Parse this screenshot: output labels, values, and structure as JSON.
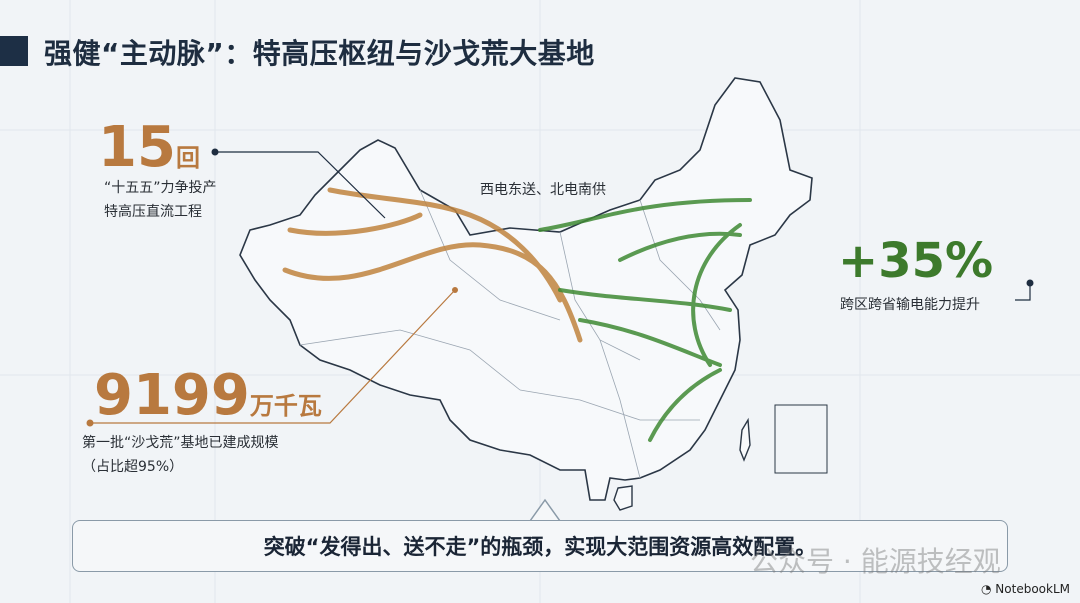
{
  "title": "强健“主动脉”：特高压枢纽与沙戈荒大基地",
  "stats": [
    {
      "value": "15",
      "unit": "回",
      "lines": [
        "“十五五”力争投产",
        "特高压直流工程"
      ]
    },
    {
      "value": "+35%",
      "unit": "",
      "lines": [
        "跨区跨省输电能力提升"
      ]
    },
    {
      "value": "9199",
      "unit": "万千瓦",
      "lines": [
        "第一批“沙戈荒”基地已建成规模",
        "（占比超95%）"
      ]
    }
  ],
  "map_label": "西电东送、北电南供",
  "callout": "突破“发得出、送不走”的瓶颈，实现大范围资源高效配置。",
  "watermark": "公众号 · 能源技经观",
  "brand": "NotebookLM",
  "colors": {
    "brown": "#b8793f",
    "green": "#3d7a2c",
    "navy": "#1d2f45"
  }
}
